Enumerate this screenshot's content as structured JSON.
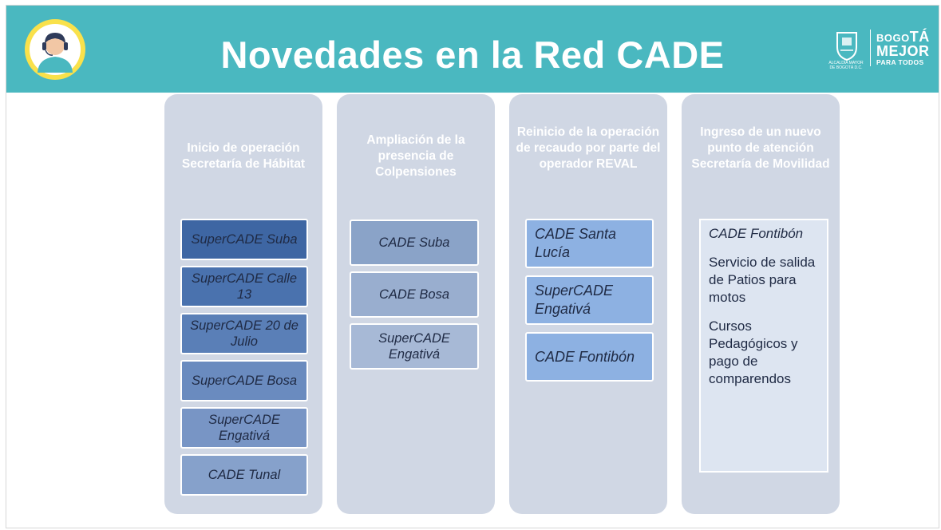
{
  "header": {
    "title": "Novedades en la Red CADE",
    "logo": {
      "line1_prefix": "BOGO",
      "line1_bold": "TÁ",
      "line2": "MEJOR",
      "line3": "PARA TODOS",
      "alcaldia_line1": "ALCALDÍA MAYOR",
      "alcaldia_line2": "DE BOGOTÁ D.C."
    }
  },
  "columns": [
    {
      "title": "Inicio de operación Secretaría de Hábitat",
      "items": [
        "SuperCADE Suba",
        "SuperCADE Calle 13",
        "SuperCADE 20 de Julio",
        "SuperCADE Bosa",
        "SuperCADE Engativá",
        "CADE Tunal"
      ]
    },
    {
      "title": "Ampliación de la presencia de Colpensiones",
      "items": [
        "CADE Suba",
        "CADE Bosa",
        "SuperCADE Engativá"
      ]
    },
    {
      "title": "Reinicio de la operación de recaudo por parte del operador REVAL",
      "items": [
        "CADE Santa Lucía",
        "SuperCADE Engativá",
        "CADE Fontibón"
      ]
    },
    {
      "title": "Ingreso de un nuevo punto de atención Secretaría de Movilidad",
      "box": {
        "place": "CADE Fontibón",
        "service1": "Servicio de salida de Patios para motos",
        "service2": "Cursos Pedagógicos y pago de comparendos"
      }
    }
  ],
  "colors": {
    "header": "#4ab8c0",
    "column_bg": "#d0d7e4",
    "col1_boxes": [
      "#3e66a3",
      "#4a72ae",
      "#5a7fb7",
      "#6a8bbf",
      "#7895c5",
      "#86a1cb"
    ],
    "col2_boxes": [
      "#8aa3c8",
      "#99aecf",
      "#a7b9d6"
    ],
    "col3_boxes": "#8db1e2"
  }
}
